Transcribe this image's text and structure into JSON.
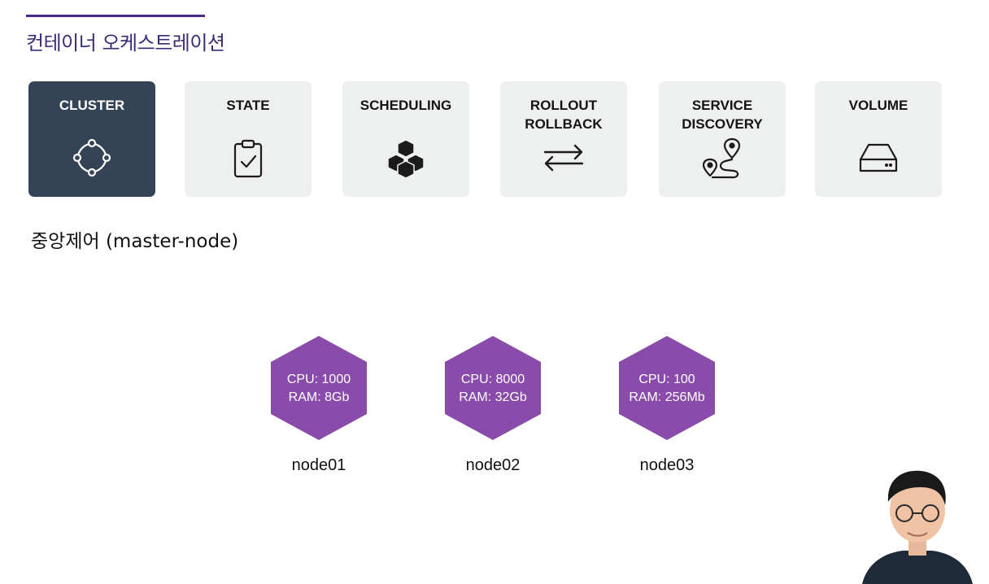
{
  "header": {
    "title": "컨테이너 오케스트레이션"
  },
  "cards": [
    {
      "label": "CLUSTER",
      "icon": "cluster-nodes-icon",
      "active": true
    },
    {
      "label": "STATE",
      "icon": "clipboard-check-icon",
      "active": false
    },
    {
      "label": "SCHEDULING",
      "icon": "stacked-boxes-icon",
      "active": false
    },
    {
      "label": "ROLLOUT\nROLLBACK",
      "icon": "swap-arrows-icon",
      "active": false
    },
    {
      "label": "SERVICE\nDISCOVERY",
      "icon": "route-pin-icon",
      "active": false
    },
    {
      "label": "VOLUME",
      "icon": "hard-drive-icon",
      "active": false
    }
  ],
  "subtitle": "중앙제어 (master-node)",
  "nodes": [
    {
      "cpu": "CPU: 1000",
      "ram": "RAM: 8Gb",
      "name": "node01"
    },
    {
      "cpu": "CPU: 8000",
      "ram": "RAM: 32Gb",
      "name": "node02"
    },
    {
      "cpu": "CPU: 100",
      "ram": "RAM: 256Mb",
      "name": "node03"
    }
  ],
  "colors": {
    "accent": "#4b2a86",
    "active_card": "#344355",
    "card": "#eeefef",
    "hexagon": "#8a4caa"
  }
}
